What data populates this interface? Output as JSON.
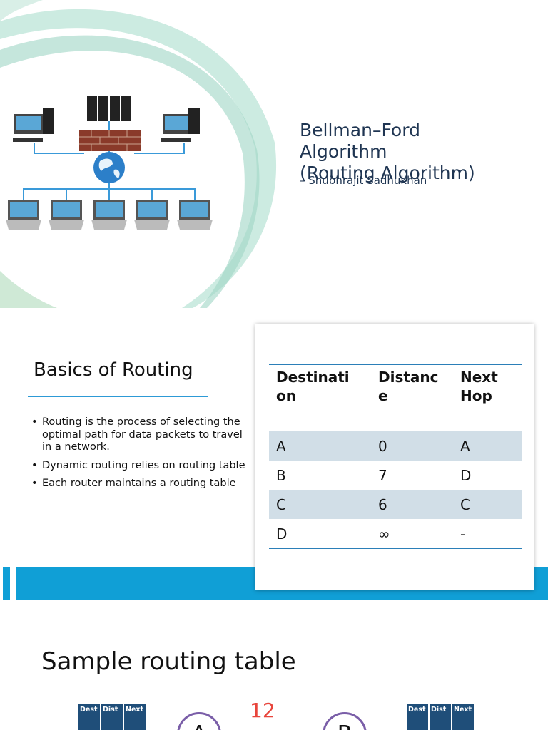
{
  "slide1": {
    "title_lines": [
      "Bellman–Ford",
      "Algorithm",
      "(Routing Algorithm)"
    ],
    "subtitle": "– Shubhrajit Sadhukhan",
    "image": "network-diagram-illustration"
  },
  "slide2": {
    "title": "Basics of Routing",
    "bullets": [
      "Routing is the process of selecting the optimal path for data packets to travel in a network.",
      "Dynamic routing relies on routing table",
      "Each router maintains a routing table"
    ],
    "table": {
      "headers": [
        "Destinati on",
        "Distanc e",
        "Next Hop"
      ],
      "rows": [
        [
          "A",
          "0",
          "A"
        ],
        [
          "B",
          "7",
          "D"
        ],
        [
          "C",
          "6",
          "C"
        ],
        [
          "D",
          "∞",
          "-"
        ]
      ]
    },
    "accent_color": "#109fd6"
  },
  "slide3": {
    "title": "Sample routing table",
    "mini_headers": [
      "Dest",
      "Dist",
      "Next"
    ],
    "node_a": "A",
    "node_b": "B",
    "edge_weight": "12"
  }
}
